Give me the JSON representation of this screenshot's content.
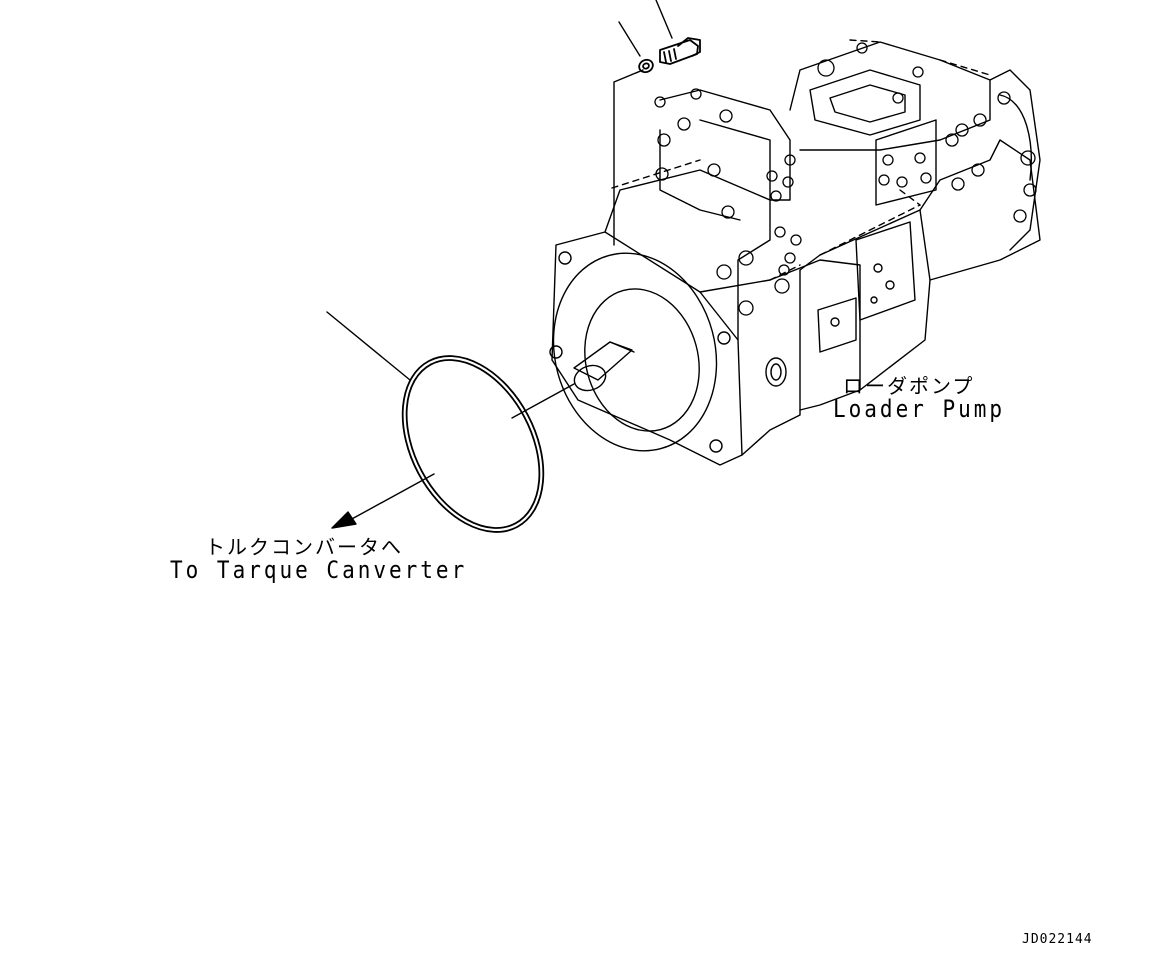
{
  "diagram": {
    "labels": {
      "pump_jp": "ローダポンプ",
      "pump_en": "Loader Pump",
      "converter_jp": "トルクコンバータへ",
      "converter_en": "To Tarque Canverter",
      "drawing_code": "JD022144"
    }
  }
}
